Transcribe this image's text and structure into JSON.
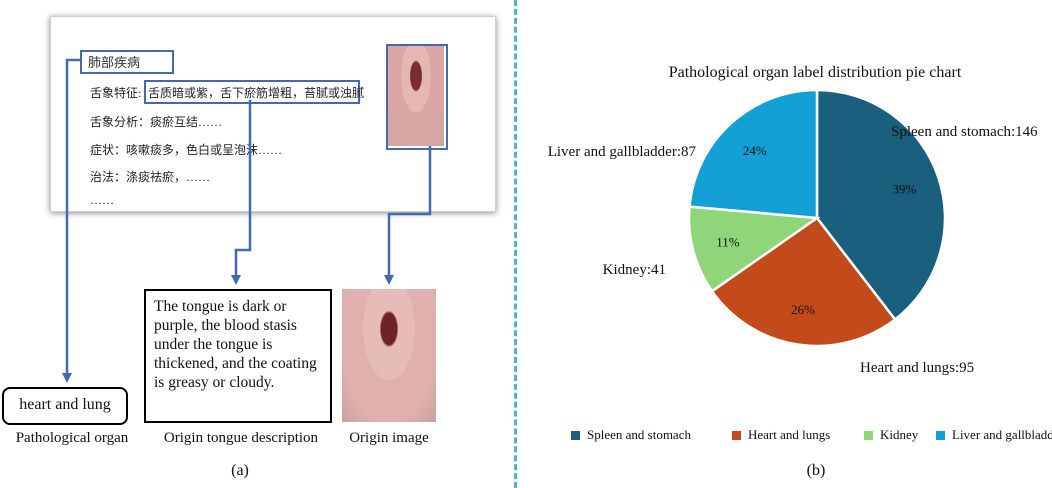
{
  "panel_a": {
    "document": {
      "title": "肺部疾病",
      "feature_label": "舌象特征:",
      "feature_value": "舌质暗或紫，舌下瘀筋增粗，苔腻或浊腻",
      "analysis": "舌象分析：痰瘀互结……",
      "symptom": "症状：咳嗽痰多，色白或呈泡沫……",
      "treatment": "治法：涤痰祛瘀，……",
      "ellipsis": "……"
    },
    "description_text": "The tongue is dark or purple, the blood stasis under the tongue is thickened, and the coating is greasy or cloudy.",
    "organ_text": "heart and lung",
    "captions": {
      "organ": "Pathological organ",
      "description": "Origin tongue description",
      "image": "Origin image"
    },
    "panel_label": "(a)",
    "arrow_color": "#4469b0"
  },
  "panel_b": {
    "panel_label": "(b)"
  },
  "chart_data": {
    "type": "pie",
    "title": "Pathological organ label distribution pie chart",
    "slices": [
      {
        "label": "Spleen and stomach",
        "value": 146,
        "percent": "39%",
        "callout": "Spleen and stomach:146",
        "color": "#1a5f7d"
      },
      {
        "label": "Heart and lungs",
        "value": 95,
        "percent": "26%",
        "callout": "Heart and lungs:95",
        "color": "#c34a1b"
      },
      {
        "label": "Kidney",
        "value": 41,
        "percent": "11%",
        "callout": "Kidney:41",
        "color": "#8fd67a"
      },
      {
        "label": "Liver and gallbladder",
        "value": 87,
        "percent": "24%",
        "callout": "Liver and gallbladder:87",
        "color": "#14a0d6"
      }
    ],
    "legend": [
      "Spleen and stomach",
      "Heart and lungs",
      "Kidney",
      "Liver and gallbladder"
    ],
    "legend_position": "bottom"
  }
}
